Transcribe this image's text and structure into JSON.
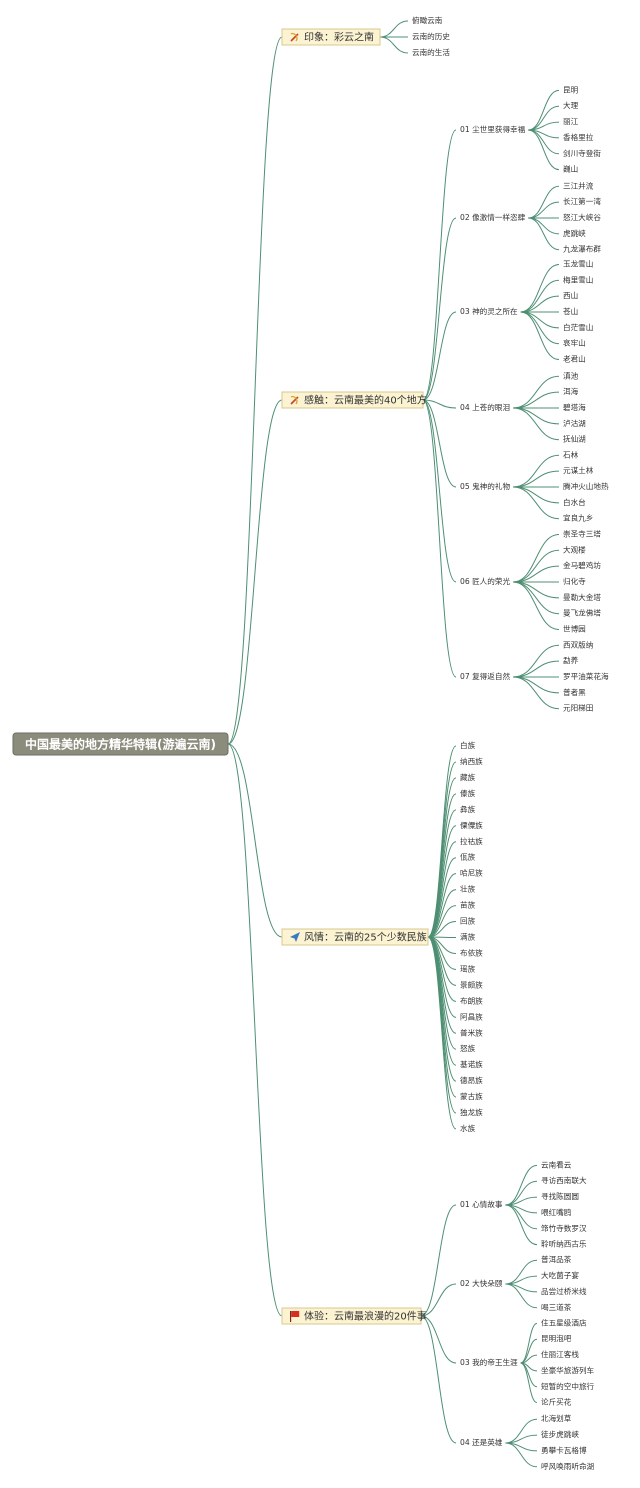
{
  "root": {
    "title": "中国最美的地方精华特辑(游遍云南)"
  },
  "colors": {
    "edge": "#4e8f73",
    "root_fill": "#8c8c7d",
    "branch_fill": "#fbf3d2",
    "branch_border": "#d9c98c",
    "flag_red": "#d62f1f",
    "plane_blue": "#3a7bbf"
  },
  "branches": [
    {
      "label": "印象：彩云之南",
      "icon": "hammer-sickle-icon",
      "children": [
        {
          "label": "俯瞰云南"
        },
        {
          "label": "云南的历史"
        },
        {
          "label": "云南的生活"
        }
      ]
    },
    {
      "label": "感触：云南最美的40个地方",
      "icon": "hammer-sickle-icon",
      "children": [
        {
          "label": "01 尘世里获得幸福",
          "children": [
            "昆明",
            "大理",
            "丽江",
            "香格里拉",
            "剑川寺登街",
            "巍山"
          ]
        },
        {
          "label": "02 像激情一样恣肆",
          "children": [
            "三江并流",
            "长江第一湾",
            "怒江大峡谷",
            "虎跳峡",
            "九龙瀑布群"
          ]
        },
        {
          "label": "03 神的灵之所在",
          "children": [
            "玉龙雪山",
            "梅里雪山",
            "西山",
            "苍山",
            "白茫雪山",
            "哀牢山",
            "老君山"
          ]
        },
        {
          "label": "04 上苍的眼泪",
          "children": [
            "滇池",
            "洱海",
            "碧塔海",
            "泸沽湖",
            "抚仙湖"
          ]
        },
        {
          "label": "05 鬼神的礼物",
          "children": [
            "石林",
            "元谋土林",
            "腾冲火山地热",
            "白水台",
            "宜良九乡"
          ]
        },
        {
          "label": "06 匠人的荣光",
          "children": [
            "崇圣寺三塔",
            "大观楼",
            "金马碧鸡坊",
            "归化寺",
            "曼勒大金塔",
            "曼飞龙佛塔",
            "世博园"
          ]
        },
        {
          "label": "07 复得返自然",
          "children": [
            "西双版纳",
            "勐养",
            "罗平油菜花海",
            "普者黑",
            "元阳梯田"
          ]
        }
      ]
    },
    {
      "label": "风情：云南的25个少数民族",
      "icon": "paper-plane-icon",
      "children": [
        {
          "label": "白族"
        },
        {
          "label": "纳西族"
        },
        {
          "label": "藏族"
        },
        {
          "label": "傣族"
        },
        {
          "label": "彝族"
        },
        {
          "label": "傈僳族"
        },
        {
          "label": "拉祜族"
        },
        {
          "label": "佤族"
        },
        {
          "label": "哈尼族"
        },
        {
          "label": "壮族"
        },
        {
          "label": "苗族"
        },
        {
          "label": "回族"
        },
        {
          "label": "满族"
        },
        {
          "label": "布依族"
        },
        {
          "label": "瑶族"
        },
        {
          "label": "景颇族"
        },
        {
          "label": "布朗族"
        },
        {
          "label": "阿昌族"
        },
        {
          "label": "普米族"
        },
        {
          "label": "怒族"
        },
        {
          "label": "基诺族"
        },
        {
          "label": "德昂族"
        },
        {
          "label": "蒙古族"
        },
        {
          "label": "独龙族"
        },
        {
          "label": "水族"
        }
      ]
    },
    {
      "label": "体验：云南最浪漫的20件事",
      "icon": "red-flag-icon",
      "children": [
        {
          "label": "01 心情故事",
          "children": [
            "云南看云",
            "寻访西南联大",
            "寻找陈圆圆",
            "喂红嘴鸥",
            "筇竹寺数罗汉",
            "聆听纳西古乐"
          ]
        },
        {
          "label": "02 大快朵颐",
          "children": [
            "普洱品茶",
            "大吃菌子宴",
            "品尝过桥米线",
            "喝三道茶"
          ]
        },
        {
          "label": "03 我的帝王生涯",
          "children": [
            "住五星级酒店",
            "昆明泡吧",
            "住丽江客栈",
            "坐豪华旅游列车",
            "短暂的空中旅行",
            "论斤买花"
          ]
        },
        {
          "label": "04 还是英雄",
          "children": [
            "北海划草",
            "徒步虎跳峡",
            "勇攀卡瓦格博",
            "呼风唤雨听命湖"
          ]
        }
      ]
    }
  ]
}
